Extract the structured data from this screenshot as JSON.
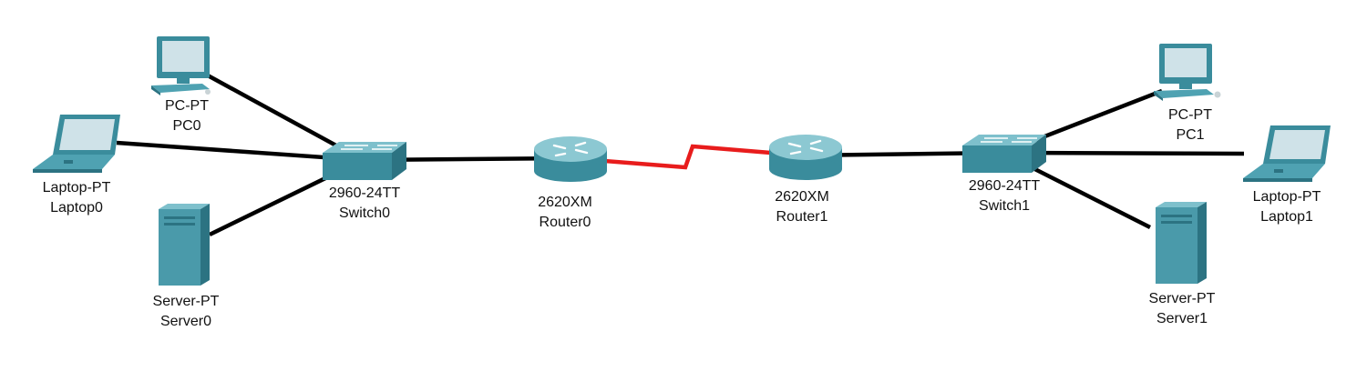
{
  "colors": {
    "ethernet_link": "#000000",
    "serial_link": "#e81c1c",
    "device_fill": "#4a9aaa"
  },
  "devices": {
    "pc0": {
      "model": "PC-PT",
      "name": "PC0",
      "icon": "pc-icon"
    },
    "laptop0": {
      "model": "Laptop-PT",
      "name": "Laptop0",
      "icon": "laptop-icon"
    },
    "server0": {
      "model": "Server-PT",
      "name": "Server0",
      "icon": "server-icon"
    },
    "switch0": {
      "model": "2960-24TT",
      "name": "Switch0",
      "icon": "switch-icon"
    },
    "router0": {
      "model": "2620XM",
      "name": "Router0",
      "icon": "router-icon"
    },
    "router1": {
      "model": "2620XM",
      "name": "Router1",
      "icon": "router-icon"
    },
    "switch1": {
      "model": "2960-24TT",
      "name": "Switch1",
      "icon": "switch-icon"
    },
    "pc1": {
      "model": "PC-PT",
      "name": "PC1",
      "icon": "pc-icon"
    },
    "laptop1": {
      "model": "Laptop-PT",
      "name": "Laptop1",
      "icon": "laptop-icon"
    },
    "server1": {
      "model": "Server-PT",
      "name": "Server1",
      "icon": "server-icon"
    }
  },
  "links": [
    {
      "from": "pc0",
      "to": "switch0",
      "type": "ethernet"
    },
    {
      "from": "laptop0",
      "to": "switch0",
      "type": "ethernet"
    },
    {
      "from": "server0",
      "to": "switch0",
      "type": "ethernet"
    },
    {
      "from": "switch0",
      "to": "router0",
      "type": "ethernet"
    },
    {
      "from": "router0",
      "to": "router1",
      "type": "serial"
    },
    {
      "from": "router1",
      "to": "switch1",
      "type": "ethernet"
    },
    {
      "from": "switch1",
      "to": "pc1",
      "type": "ethernet"
    },
    {
      "from": "switch1",
      "to": "laptop1",
      "type": "ethernet"
    },
    {
      "from": "switch1",
      "to": "server1",
      "type": "ethernet"
    }
  ]
}
